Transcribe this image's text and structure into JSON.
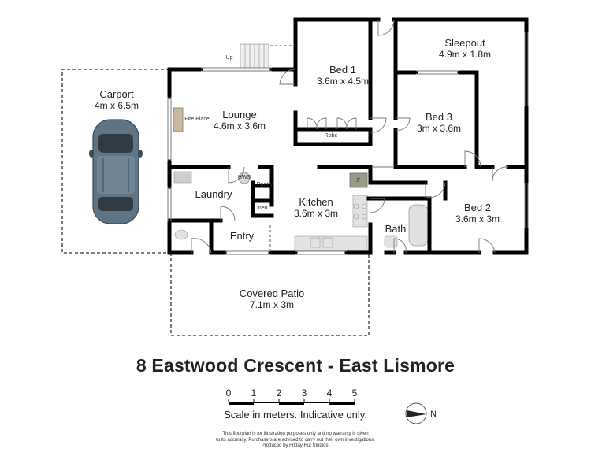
{
  "rooms": {
    "carport": {
      "name": "Carport",
      "dims": "4m x 6.5m"
    },
    "lounge": {
      "name": "Lounge",
      "dims": "4.6m x 3.6m"
    },
    "bed1": {
      "name": "Bed 1",
      "dims": "3.6m x 4.5m"
    },
    "sleepout": {
      "name": "Sleepout",
      "dims": "4.9m x 1.8m"
    },
    "bed3": {
      "name": "Bed 3",
      "dims": "3m x 3.6m"
    },
    "bed2": {
      "name": "Bed 2",
      "dims": "3.6m x 3m"
    },
    "laundry": {
      "name": "Laundry"
    },
    "kitchen": {
      "name": "Kitchen",
      "dims": "3.6m x 3m"
    },
    "bath": {
      "name": "Bath"
    },
    "entry": {
      "name": "Entry"
    },
    "covered_patio": {
      "name": "Covered Patio",
      "dims": "7.1m x 3m"
    }
  },
  "fixtures": {
    "fire_place": "Fire Place",
    "robe": "Robe",
    "hws": "HWS",
    "pantry": "Pantry",
    "linen": "Linen",
    "fridge": "F",
    "stairs_up": "Up"
  },
  "address": "8 Eastwood Crescent - East Lismore",
  "scale": {
    "ticks": [
      "0",
      "1",
      "2",
      "3",
      "4",
      "5"
    ],
    "note": "Scale in meters. Indicative only."
  },
  "north_label": "N",
  "disclaimer": [
    "This floorplan is for illustration purposes only and no warranty is given",
    "to its accuracy. Purchasers are advised to carry out their own investigations.",
    "Produced by Friday Hut Studios."
  ]
}
